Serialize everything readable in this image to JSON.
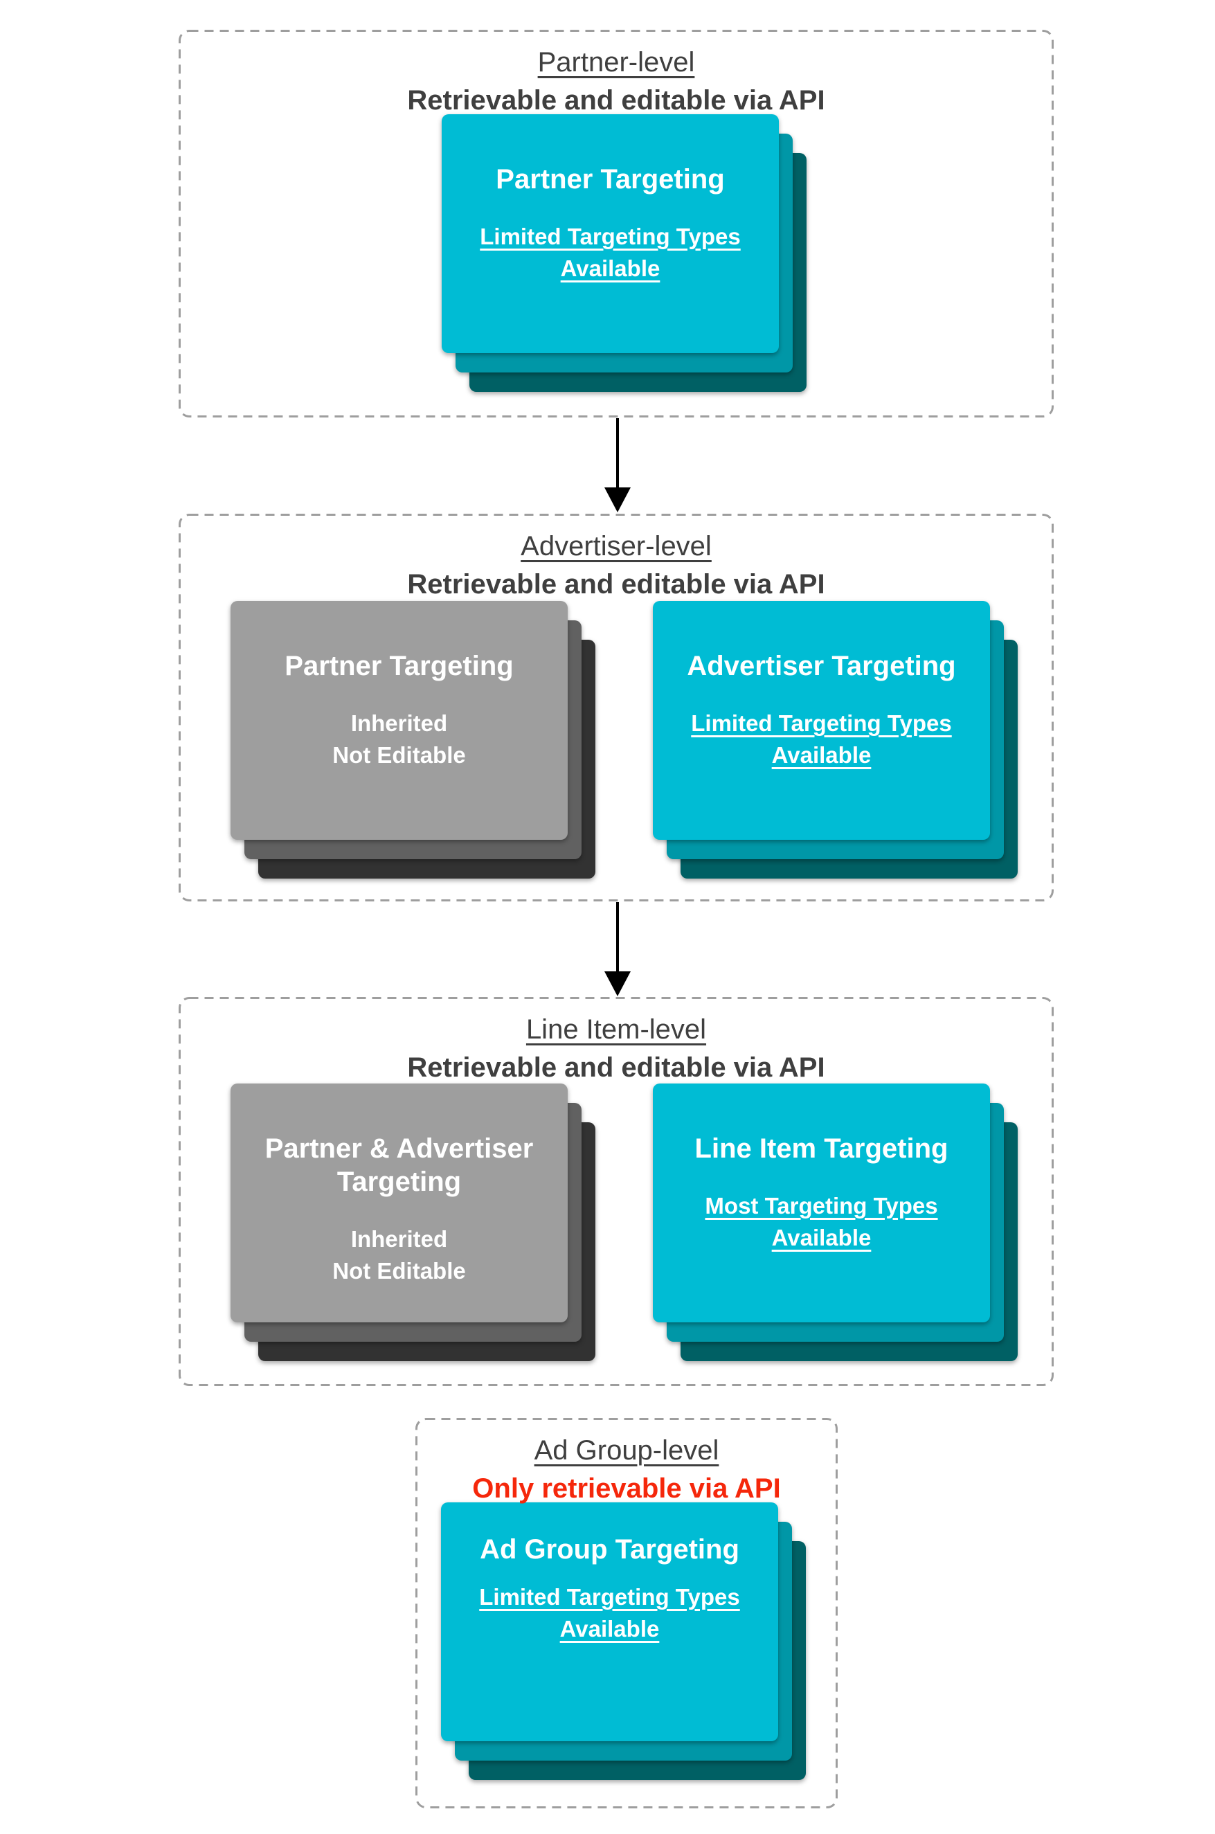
{
  "colors": {
    "teal-front": "#00bcd4",
    "teal-mid": "#0097a7",
    "teal-back": "#006064",
    "gray-front": "#9e9e9e",
    "gray-mid": "#616161",
    "gray-back": "#323232",
    "heading": "#3f3f3f",
    "alert-red": "#f5270b",
    "dash-border": "#9e9e9e",
    "arrow-black": "#000000",
    "card-text": "#ffffff",
    "page-bg": "#ffffff"
  },
  "sections": [
    {
      "level": "Partner-level",
      "api_note": "Retrievable and editable via API",
      "cards": [
        {
          "title": "Partner Targeting",
          "body": "Limited Targeting Types Available"
        }
      ]
    },
    {
      "level": "Advertiser-level",
      "api_note": "Retrievable and editable via API",
      "cards": [
        {
          "title": "Partner Targeting",
          "lines": [
            "Inherited",
            "Not Editable"
          ]
        },
        {
          "title": "Advertiser Targeting",
          "body": "Limited Targeting Types Available"
        }
      ]
    },
    {
      "level": "Line Item-level",
      "api_note": "Retrievable and editable via API",
      "cards": [
        {
          "title": "Partner & Advertiser Targeting",
          "lines": [
            "Inherited",
            "Not Editable"
          ]
        },
        {
          "title": "Line Item Targeting",
          "body": "Most Targeting Types Available"
        }
      ]
    },
    {
      "level": "Ad Group-level",
      "api_note": "Only retrievable via API",
      "cards": [
        {
          "title": "Ad Group Targeting",
          "body": "Limited Targeting Types Available"
        }
      ]
    }
  ]
}
